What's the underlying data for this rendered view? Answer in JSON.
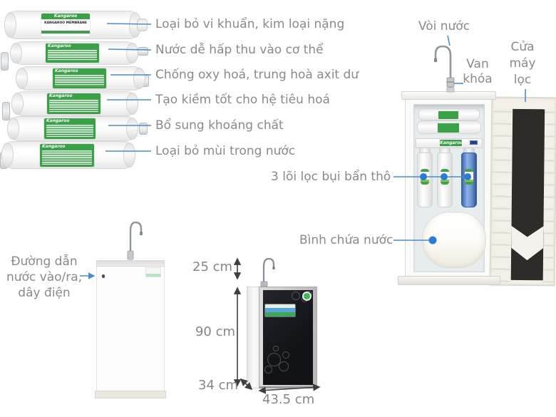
{
  "colors": {
    "annotation_text": "#8a8a8a",
    "leader_line_blue": "#4a8cd3",
    "leader_dot_blue": "#2b7cd3",
    "dimension_arrow": "#3f3f3f",
    "brand_green": "#3aa149"
  },
  "filter_stack": {
    "brand": "Kangaroo",
    "top_cartridge_text": "KANGAROO MEMBRANE",
    "annotations": [
      "Loại bỏ vi khuẩn, kim loại nặng",
      "Nước dễ hấp thu vào cơ thể",
      "Chống oxy hoá, trung hoà axit dư",
      "Tạo kiềm tốt cho hệ tiêu hoá",
      "Bổ sung khoáng chất",
      "Loại bỏ mùi trong nước"
    ]
  },
  "purifier_open": {
    "brand": "Kangaroo",
    "faucet_label": "Vòi nước",
    "valve_label_lines": [
      "Van",
      "khóa"
    ],
    "door_label_lines": [
      "Cửa",
      "máy",
      "lọc"
    ],
    "coarse_filters_label": "3 lõi lọc bụi bẩn thô",
    "tank_label": "Bình chứa nước"
  },
  "rear_view": {
    "label_lines": [
      "Đường dẫn",
      "nước vào/ra,",
      "dây điện"
    ]
  },
  "dimensions": {
    "faucet_height": "25 cm",
    "body_height": "90 cm",
    "depth": "34 cm",
    "width": "43.5 cm"
  }
}
